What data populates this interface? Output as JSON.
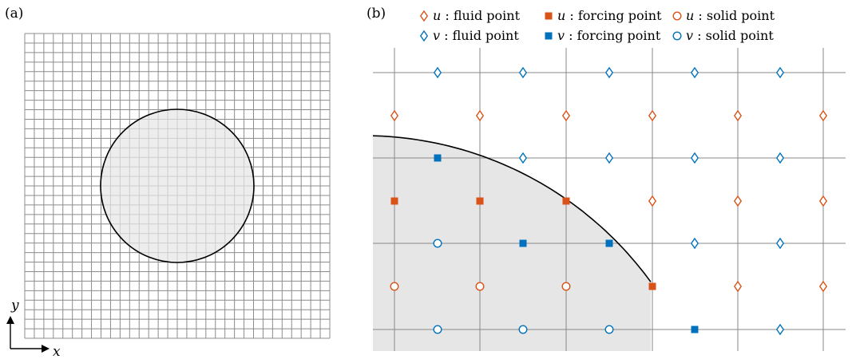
{
  "panels": {
    "a": {
      "label": "(a)"
    },
    "b": {
      "label": "(b)"
    }
  },
  "axes": {
    "x": "x",
    "y": "y"
  },
  "legend": [
    {
      "var": "u",
      "text": " : fluid point",
      "marker": "diamond-open",
      "color": "#d95319"
    },
    {
      "var": "u",
      "text": " : forcing point",
      "marker": "square-filled",
      "color": "#d95319"
    },
    {
      "var": "u",
      "text": " : solid point",
      "marker": "circle-open",
      "color": "#d95319"
    },
    {
      "var": "v",
      "text": " : fluid point",
      "marker": "diamond-open",
      "color": "#0072bd"
    },
    {
      "var": "v",
      "text": " : forcing point",
      "marker": "square-filled",
      "color": "#0072bd"
    },
    {
      "var": "v",
      "text": " : solid point",
      "marker": "circle-open",
      "color": "#0072bd"
    }
  ],
  "colors": {
    "u": "#d95319",
    "v": "#0072bd",
    "grid": "#888888",
    "solid_fill": "#e6e6e6",
    "boundary": "#000000"
  },
  "panel_b_points": {
    "u_rows": [
      [
        "F",
        "F",
        "F",
        "F",
        "F",
        "F"
      ],
      [
        "G",
        "G",
        "G",
        "F",
        "F",
        "F"
      ],
      [
        "S",
        "S",
        "S",
        "G",
        "F",
        "F"
      ]
    ],
    "v_rows": [
      [
        "F",
        "F",
        "F",
        "F",
        "F"
      ],
      [
        "G",
        "F",
        "F",
        "F",
        "F"
      ],
      [
        "S",
        "G",
        "G",
        "F",
        "F"
      ],
      [
        "S",
        "S",
        "S",
        "G",
        "F"
      ]
    ]
  }
}
